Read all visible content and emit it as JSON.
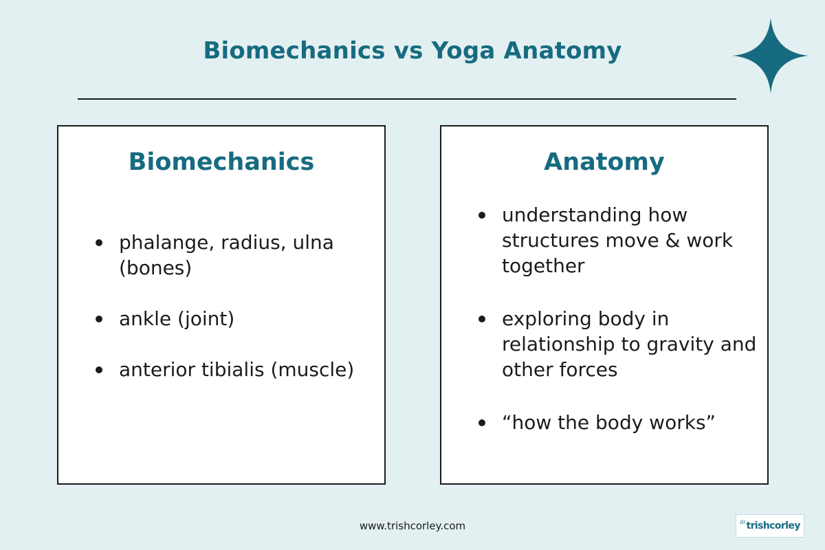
{
  "page": {
    "title": "Biomechanics vs Yoga Anatomy",
    "footer_url": "www.trishcorley.com"
  },
  "logo": {
    "prefix": "dr",
    "name": "trishcorley"
  },
  "biomechanics": {
    "heading": "Biomechanics",
    "items": [
      "phalange, radius, ulna (bones)",
      "ankle (joint)",
      "anterior tibialis (muscle)"
    ]
  },
  "anatomy": {
    "heading": "Anatomy",
    "items": [
      "understanding how structures move & work together",
      "exploring body in relationship to gravity and other forces",
      "“how the body works”"
    ]
  },
  "colors": {
    "background": "#e3f0f1",
    "accent": "#176b80",
    "text": "#1b1b1b",
    "card": "#ffffff"
  },
  "icons": {
    "decoration": "four-point-star-icon"
  }
}
